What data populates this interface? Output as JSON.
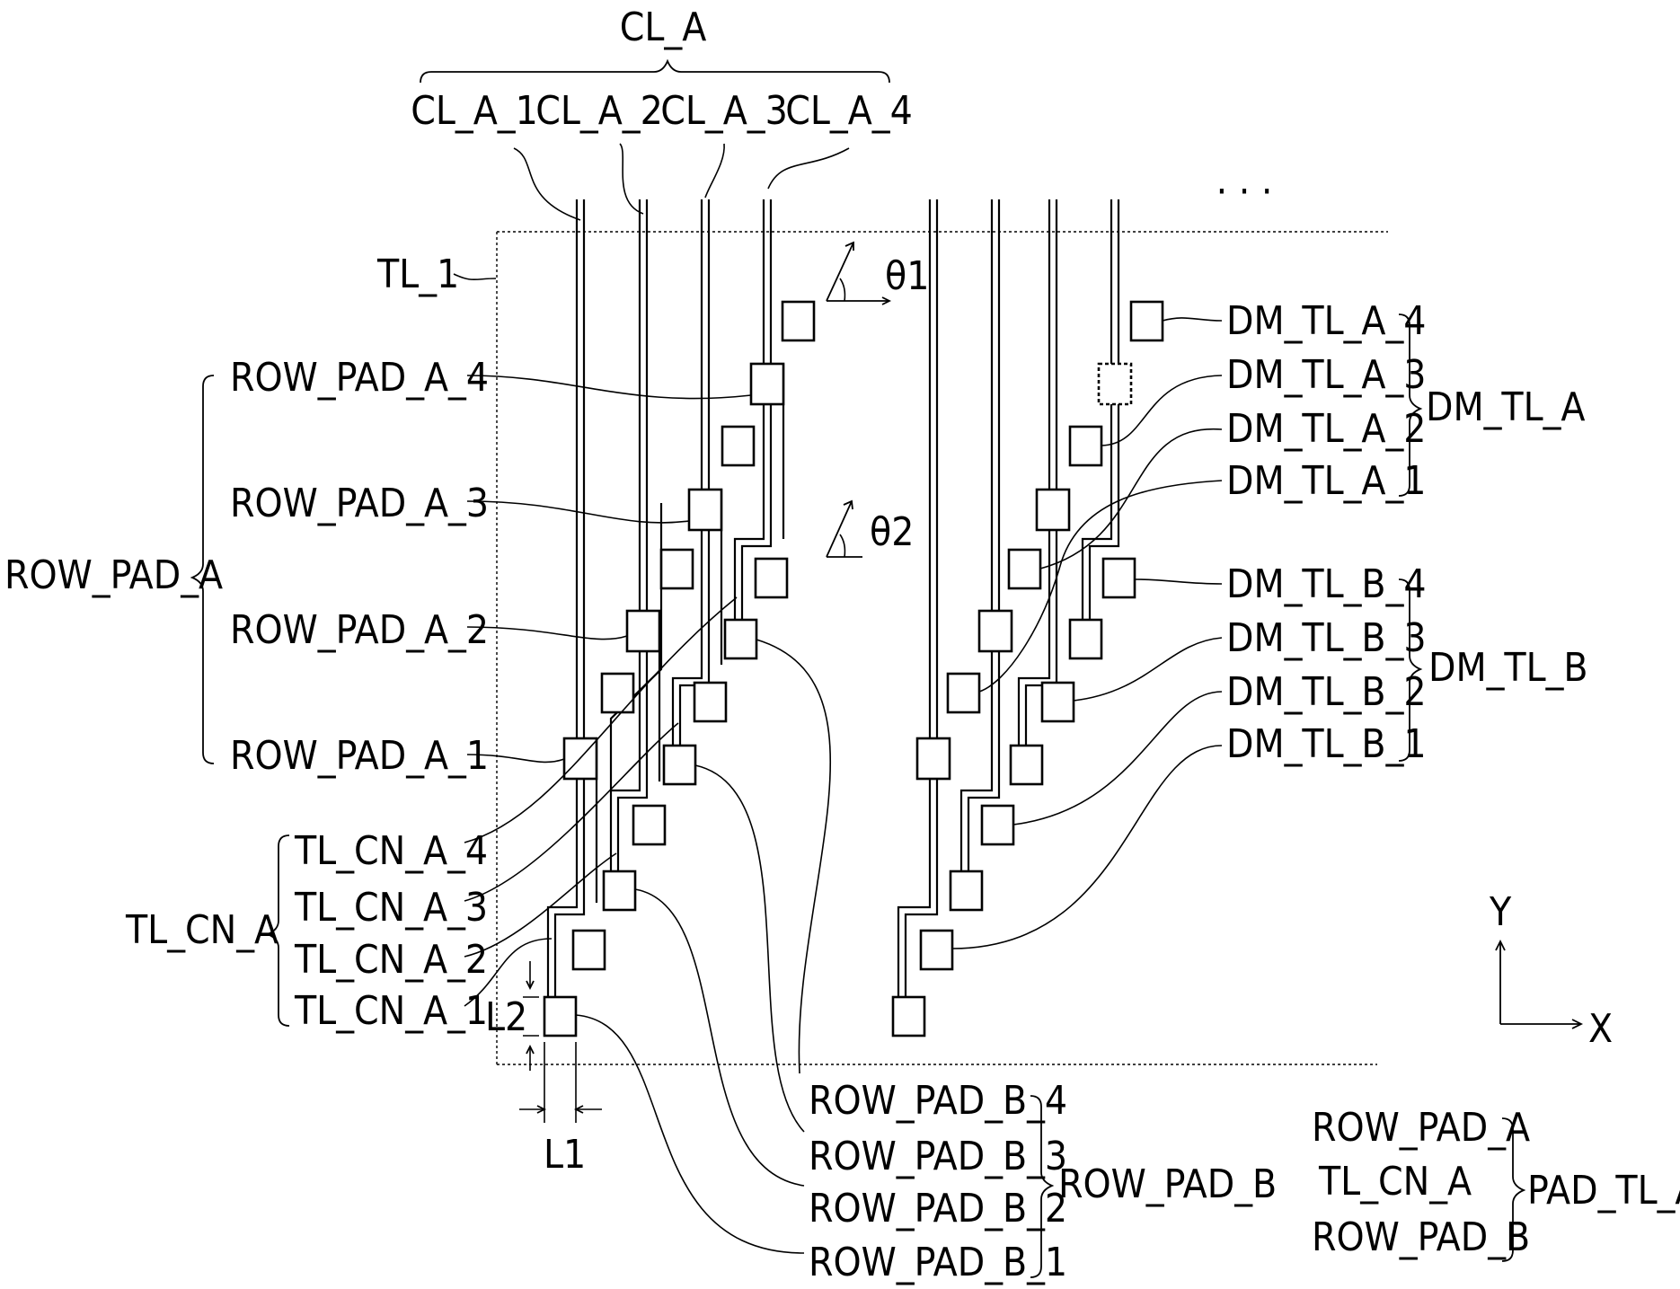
{
  "group_labels": {
    "cl_a": "CL_A",
    "row_pad_a": "ROW_PAD_A",
    "tl_cn_a": "TL_CN_A",
    "row_pad_b": "ROW_PAD_B",
    "dm_tl_a": "DM_TL_A",
    "dm_tl_b": "DM_TL_B",
    "pad_tl_a": "PAD_TL_A"
  },
  "cl_a_items": [
    "CL_A_1",
    "CL_A_2",
    "CL_A_3",
    "CL_A_4"
  ],
  "tl_1": "TL_1",
  "row_pad_a_items": [
    "ROW_PAD_A_4",
    "ROW_PAD_A_3",
    "ROW_PAD_A_2",
    "ROW_PAD_A_1"
  ],
  "tl_cn_a_items": [
    "TL_CN_A_4",
    "TL_CN_A_3",
    "TL_CN_A_2",
    "TL_CN_A_1"
  ],
  "row_pad_b_items": [
    "ROW_PAD_B_4",
    "ROW_PAD_B_3",
    "ROW_PAD_B_2",
    "ROW_PAD_B_1"
  ],
  "dm_tl_a_items": [
    "DM_TL_A_4",
    "DM_TL_A_3",
    "DM_TL_A_2",
    "DM_TL_A_1"
  ],
  "dm_tl_b_items": [
    "DM_TL_B_4",
    "DM_TL_B_3",
    "DM_TL_B_2",
    "DM_TL_B_1"
  ],
  "angles": {
    "theta1": "θ1",
    "theta2": "θ2"
  },
  "dimensions": {
    "l1": "L1",
    "l2": "L2"
  },
  "ellipsis": "· · ·",
  "axes": {
    "x": "X",
    "y": "Y"
  },
  "legend": [
    "ROW_PAD_A",
    "TL_CN_A",
    "ROW_PAD_B"
  ]
}
